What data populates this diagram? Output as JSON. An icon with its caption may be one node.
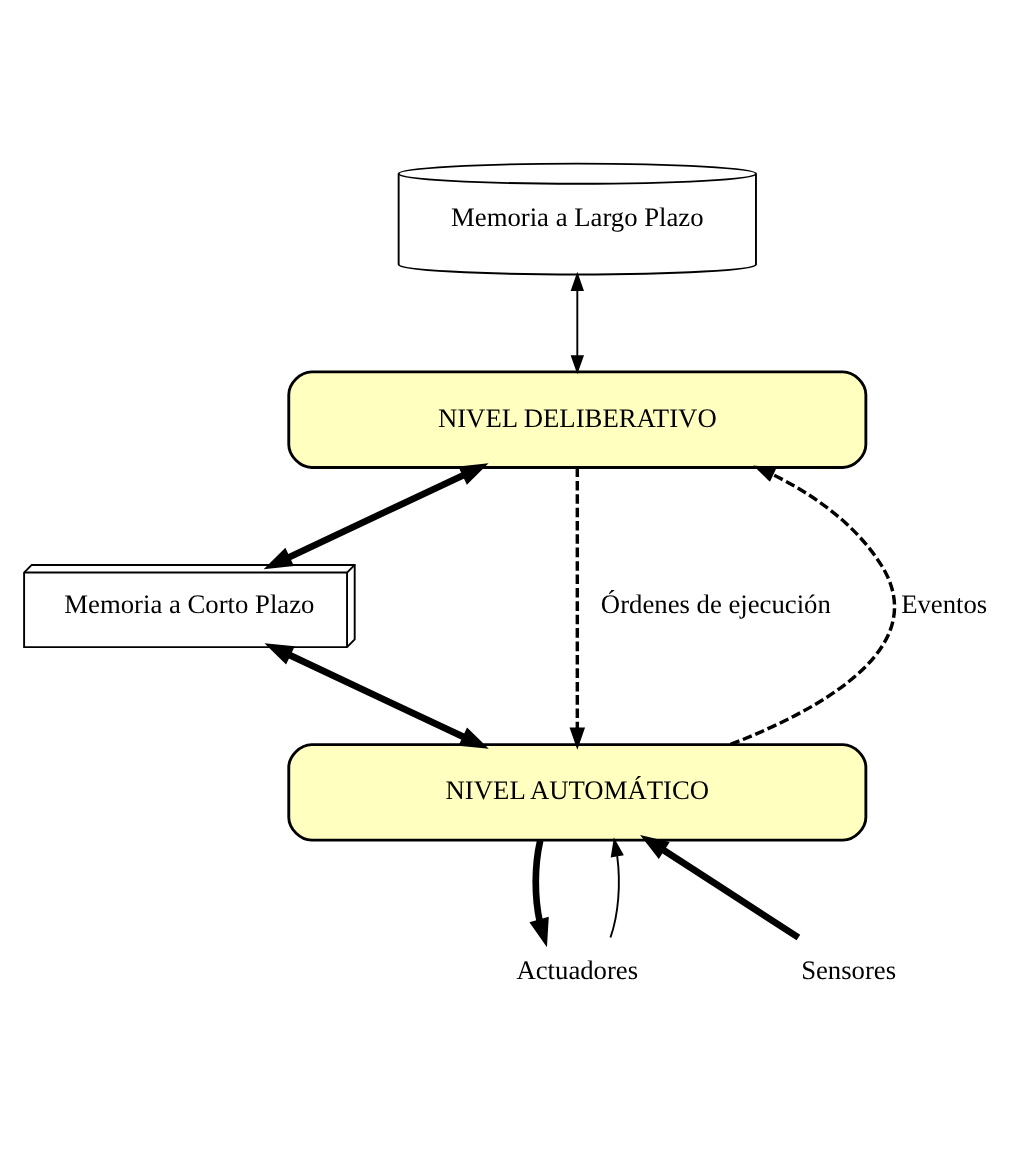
{
  "diagram": {
    "nodes": [
      {
        "text": [
          "Memoria a Largo Plazo"
        ]
      },
      {
        "text": [
          "NIVEL DELIBERATIVO"
        ]
      },
      {
        "text": [
          "Memoria a Corto Plazo"
        ]
      },
      {
        "text": [
          "NIVEL AUTOMÁTICO"
        ]
      },
      {
        "text": [
          "Sensores"
        ]
      },
      {
        "text": [
          "Actuadores"
        ]
      }
    ],
    "edges": [
      {
        "from": 0,
        "to": 1,
        "arrow": "both"
      },
      {
        "from": 1,
        "to": 2,
        "arrow": "both",
        "style": "thick"
      },
      {
        "from": 1,
        "to": 3,
        "arrow": "to",
        "style": "dashed",
        "label": "Órdenes de ejecución"
      },
      {
        "from": 3,
        "to": 1,
        "arrow": "to",
        "style": "dashed",
        "label": "Eventos"
      },
      {
        "from": 2,
        "to": 3,
        "arrow": "both",
        "style": "thick"
      },
      {
        "from": 4,
        "to": 3,
        "arrow": "to",
        "style": "thick"
      },
      {
        "from": 3,
        "to": 5,
        "arrow": "to",
        "style": "thick"
      },
      {
        "from": 5,
        "to": 3,
        "arrow": "to"
      }
    ]
  }
}
